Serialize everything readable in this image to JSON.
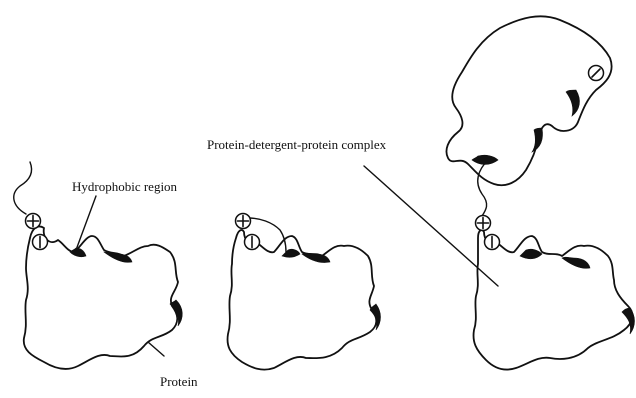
{
  "labels": {
    "hydrophobic_region": "Hydrophobic region",
    "protein": "Protein",
    "complex": "Protein-detergent-protein complex"
  },
  "stages": [
    {
      "name": "detergent-approaching-protein",
      "charges": [
        "positive",
        "negative"
      ]
    },
    {
      "name": "detergent-bound-to-protein",
      "charges": [
        "positive",
        "negative"
      ]
    },
    {
      "name": "protein-detergent-protein-complex",
      "charges": [
        "positive",
        "negative",
        "negative"
      ]
    }
  ],
  "colors": {
    "line": "#111111",
    "background": "#ffffff"
  }
}
